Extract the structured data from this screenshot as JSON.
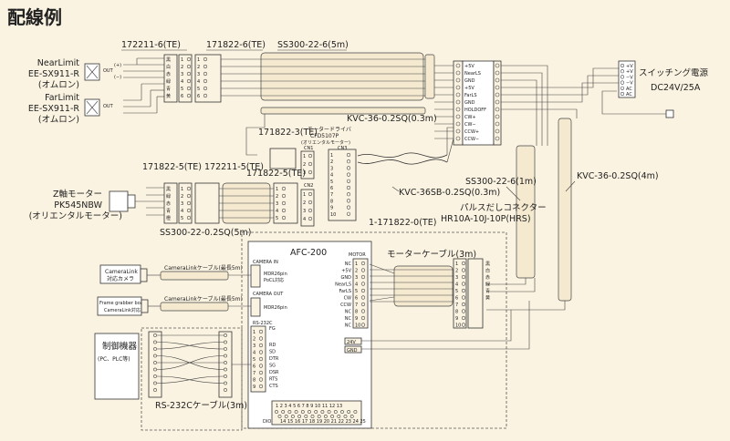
{
  "title": "配線例",
  "sensors": {
    "near": {
      "name": "NearLimit",
      "model": "EE-SX911-R",
      "maker": "(オムロン)"
    },
    "far": {
      "name": "FarLimit",
      "model": "EE-SX911-R",
      "maker": "(オムロン)"
    },
    "out_label": "OUT",
    "pins": [
      "(+)",
      "OUT",
      "(−)"
    ]
  },
  "motor": {
    "name": "Z軸モーター",
    "model": "PK545NBW",
    "maker": "(オリエンタルモーター)"
  },
  "connectors": {
    "c172211_6": "172211-6(TE)",
    "c171822_6": "171822-6(TE)",
    "c172211_5": "172211-5(TE)",
    "c171822_5a": "171822-5(TE)",
    "c171822_5b": "171822-5(TE)",
    "c171822_3": "171822-3(TE)",
    "c1_171822_0": "1-171822-0(TE)"
  },
  "cables": {
    "ss300_5m_top": "SS300-22-6(5m)",
    "kvc_03_top": "KVC-36-0.2SQ(0.3m)",
    "ss300_5m_bottom": "SS300-22-0.2SQ(5m)",
    "kvc36sb": "KVC-36SB-0.2SQ(0.3m)",
    "ss300_1m": "SS300-22-6(1m)",
    "kvc_4m": "KVC-36-0.2SQ(4m)",
    "motor_cable": "モーターケーブル(3m)",
    "rs232c_cable": "RS-232Cケーブル(3m)",
    "cameralink_cable": "CameraLinkケーブル(最長5m)"
  },
  "driver": {
    "label": "モータードライバ",
    "model": "CFD5107P",
    "maker": "(オリエンタルモーター)",
    "cn1": "CN1",
    "cn2": "CN2",
    "cn3": "CN3"
  },
  "terminal_labels": [
    "+5V",
    "NearLS",
    "GND",
    "+5V",
    "FarLS",
    "GND",
    "HOLDOFF",
    "CW+",
    "CW−",
    "CCW+",
    "CCW−"
  ],
  "power": {
    "name": "スイッチング電源",
    "spec": "DC24V/25A",
    "terms": [
      "+V",
      "+V",
      "−V",
      "−V",
      "AC",
      "AC"
    ]
  },
  "pulse_connector": {
    "label": "パルスだしコネクター",
    "model": "HR10A-10J-10P(HRS)"
  },
  "afc": {
    "name": "AFC-200",
    "camera_in": "CAMERA IN",
    "camera_out": "CAMERA OUT",
    "mdr_in": "MDR26pin",
    "pocl": "PoCL対応",
    "mdr_out": "MDR26pin",
    "rs232c": "RS-232C",
    "fg": "FG",
    "rs_pins": [
      "RD",
      "SD",
      "DTR",
      "SG",
      "DSR",
      "RTS",
      "CTS"
    ],
    "motor": "MOTOR",
    "motor_pins": [
      "NC",
      "+5V",
      "GND",
      "NearLS",
      "FarLS",
      "CW",
      "CCW",
      "NC",
      "NC",
      "NC"
    ],
    "dio": "DIO",
    "dio_top": "1 2 3 4 5 6 7 8 9 10 11 12 13",
    "dio_bottom": "14 15 16 17 18 19 20 21 22 23 24 25",
    "v24": "24V",
    "gnd": "GND"
  },
  "external": {
    "camera": [
      "CameraLink",
      "対応カメラ"
    ],
    "grabber": [
      "Frame grabber board",
      "CameraLink対応"
    ],
    "controller": [
      "制御機器",
      "(PC、PLC等)"
    ]
  },
  "motor_wire_colors": [
    "黒",
    "緑",
    "赤",
    "青",
    "橙"
  ],
  "right_colors": [
    "黒",
    "白",
    "赤",
    "緑",
    "青",
    "黄"
  ]
}
